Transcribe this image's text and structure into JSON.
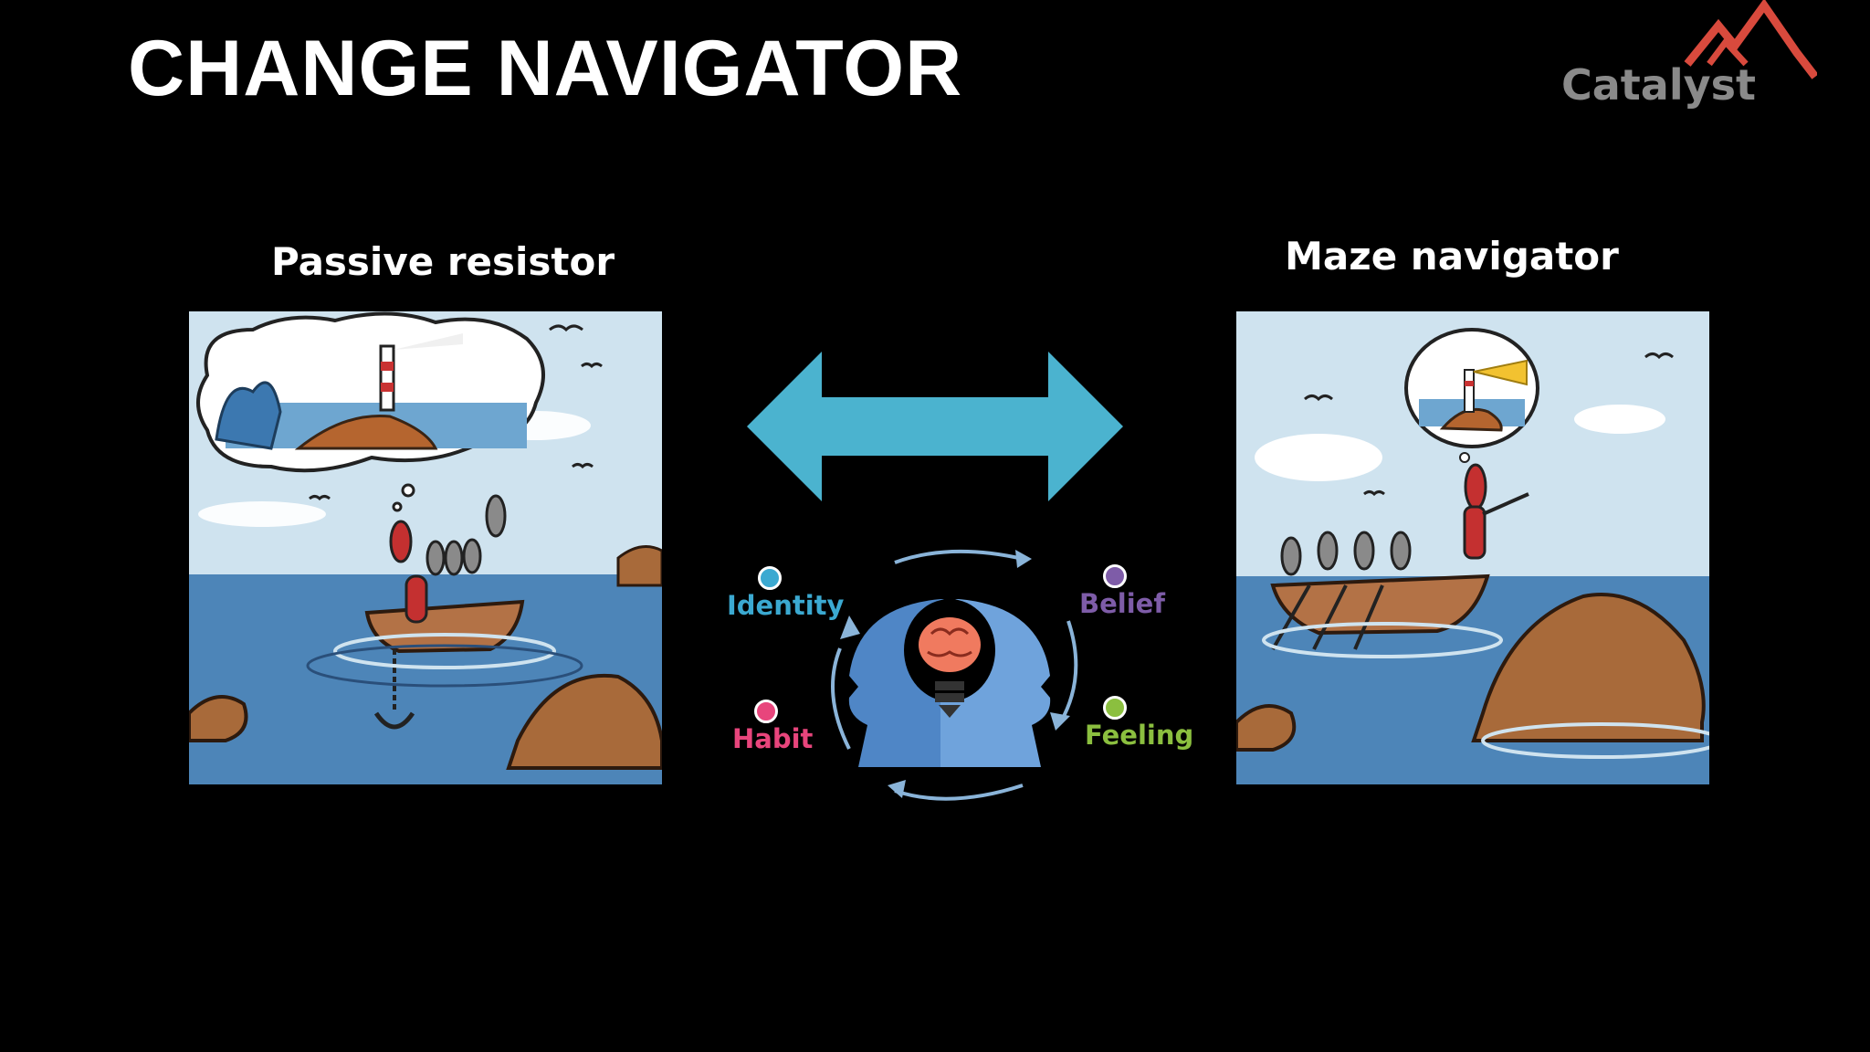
{
  "slide": {
    "title": "CHANGE NAVIGATOR"
  },
  "logo": {
    "text": "Catalyst",
    "mark_color": "#d94a3d",
    "text_color": "#8a8a8a"
  },
  "left_panel": {
    "heading": "Passive resistor"
  },
  "right_panel": {
    "heading": "Maze navigator"
  },
  "arrow": {
    "color": "#4bb3cf",
    "icon": "double-headed-arrow-icon"
  },
  "cycle": {
    "icon": "head-brain-lightbulb-icon",
    "labels": {
      "identity": "Identity",
      "belief": "Belief",
      "habit": "Habit",
      "feeling": "Feeling"
    },
    "colors": {
      "identity": "#3ba9d1",
      "belief": "#7e5ca8",
      "habit": "#e8457c",
      "feeling": "#8bbf3f"
    }
  }
}
